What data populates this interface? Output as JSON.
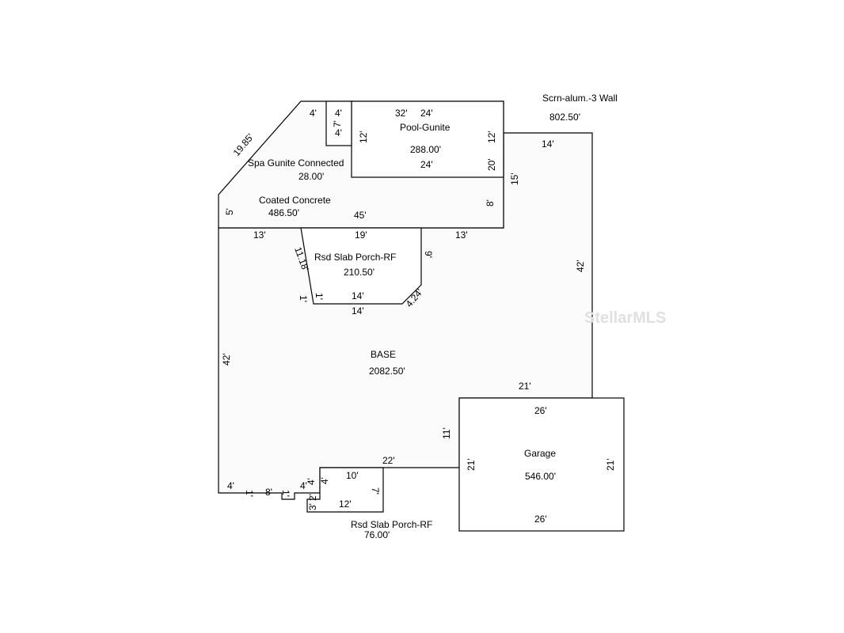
{
  "areas": {
    "screen_label": "Scrn-alum.-3 Wall",
    "screen_value": "802.50'",
    "pool_label": "Pool-Gunite",
    "pool_value": "288.00'",
    "spa_label": "Spa Gunite Connected",
    "spa_value": "28.00'",
    "coated_label": "Coated Concrete",
    "coated_value": "486.50'",
    "porch_label": "Rsd Slab Porch-RF",
    "porch_value": "210.50'",
    "base_label": "BASE",
    "base_value": "2082.50'",
    "garage_label": "Garage",
    "garage_value": "546.00'",
    "front_porch_label": "Rsd Slab Porch-RF",
    "front_porch_value": "76.00'"
  },
  "dims": {
    "spa_diag": "19.85'",
    "spa_top": "4'",
    "spa_box_top": "4'",
    "spa_box_side": "7'",
    "spa_box_bottom": "4'",
    "pool_top_a": "32'",
    "pool_top_b": "24'",
    "pool_left": "12'",
    "pool_right": "12'",
    "pool_bottom": "24'",
    "pool_right_b": "20'",
    "deck_right": "15'",
    "deck_left": "5'",
    "deck_inner_right": "8'",
    "deck_bottom": "45'",
    "screen_top": "14'",
    "screen_right": "42'",
    "base_top_left": "13'",
    "base_top_mid": "19'",
    "base_top_right": "13'",
    "porch_left": "11.18'",
    "porch_right": "9'",
    "porch_left_short": "1'",
    "porch_left_short_b": "1'",
    "porch_bottom_in": "14'",
    "porch_bottom_out": "14'",
    "porch_diag": "4.24'",
    "base_left": "42'",
    "base_right_lower": "21'",
    "base_inset": "11'",
    "base_bottom_right": "22'",
    "garage_top": "26'",
    "garage_left": "21'",
    "garage_right": "21'",
    "garage_bottom": "26'",
    "bottom_left_a": "4'",
    "bottom_left_b": "1'",
    "bottom_left_c": "8'",
    "bottom_left_d": "1'",
    "bottom_left_e": "4'",
    "bottom_notch": "4'",
    "fp_top": "10'",
    "fp_left": "4'",
    "fp_right": "7'",
    "fp_small_a": "3'",
    "fp_small_b": "2'",
    "fp_bottom": "12'"
  },
  "watermark": "StellarMLS"
}
